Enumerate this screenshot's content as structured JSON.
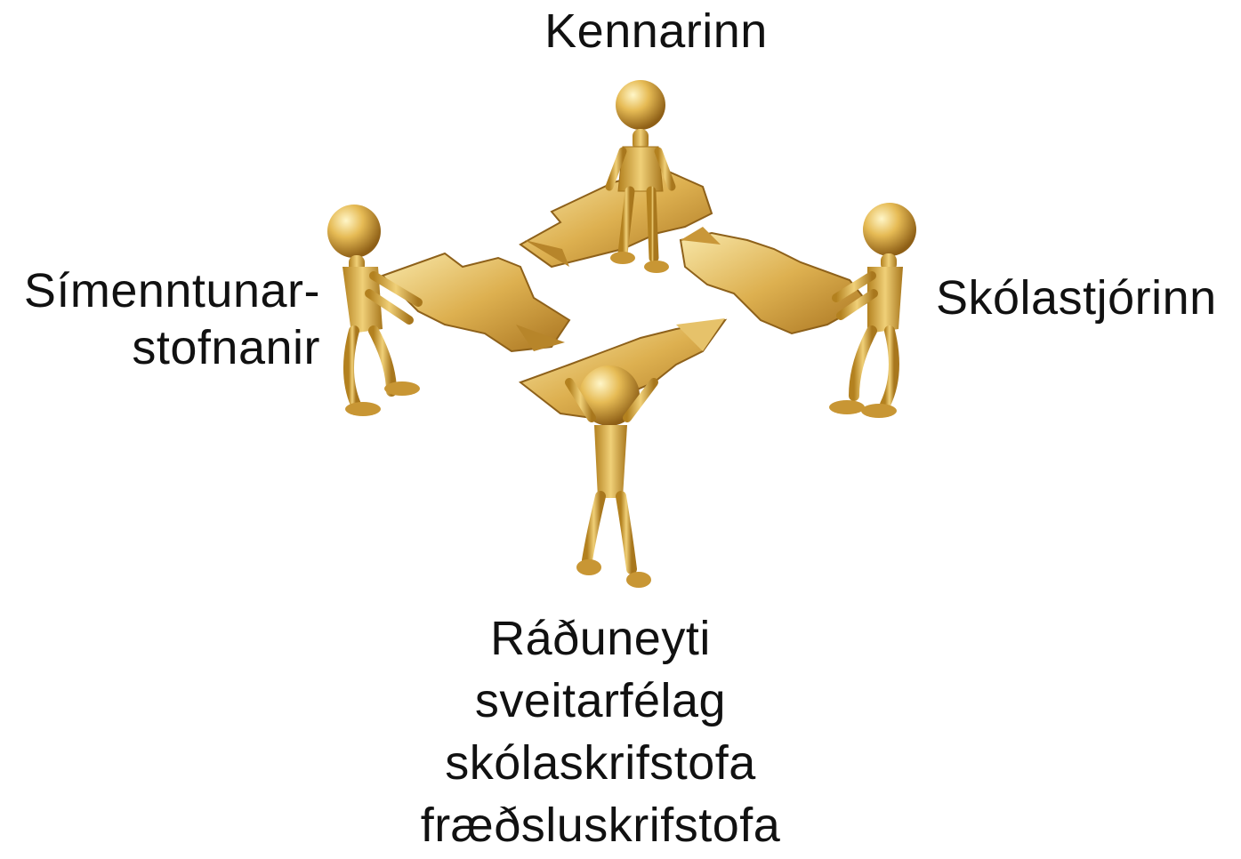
{
  "labels": {
    "top": "Kennarinn",
    "left": [
      "Símenntunar-",
      "stofnanir"
    ],
    "right": "Skólastjórinn",
    "bottom": [
      "Ráðuneyti",
      "sveitarfélag",
      "skólaskrifstofa",
      "fræðsluskrifstofa"
    ]
  },
  "colors": {
    "gold_light": "#f6e29a",
    "gold_mid": "#dcae4c",
    "gold_dark": "#9a6a1c",
    "text": "#111111"
  }
}
